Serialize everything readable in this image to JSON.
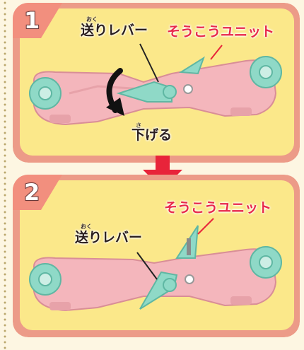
{
  "steps": [
    {
      "number": "1",
      "lever_label": "送りレバー",
      "lever_ruby": "おく",
      "unit_label": "そうこうユニット",
      "action_label": "下げる",
      "action_ruby": "さ"
    },
    {
      "number": "2",
      "lever_label": "送りレバー",
      "lever_ruby": "おく",
      "unit_label": "そうこうユニット"
    }
  ],
  "colors": {
    "panel_fill": "#fbe88a",
    "panel_border": "#ec9b88",
    "tab": "#f28f7e",
    "arrow": "#e8243a",
    "body_pink": "#f4b6bc",
    "mint": "#8fd9c7"
  }
}
